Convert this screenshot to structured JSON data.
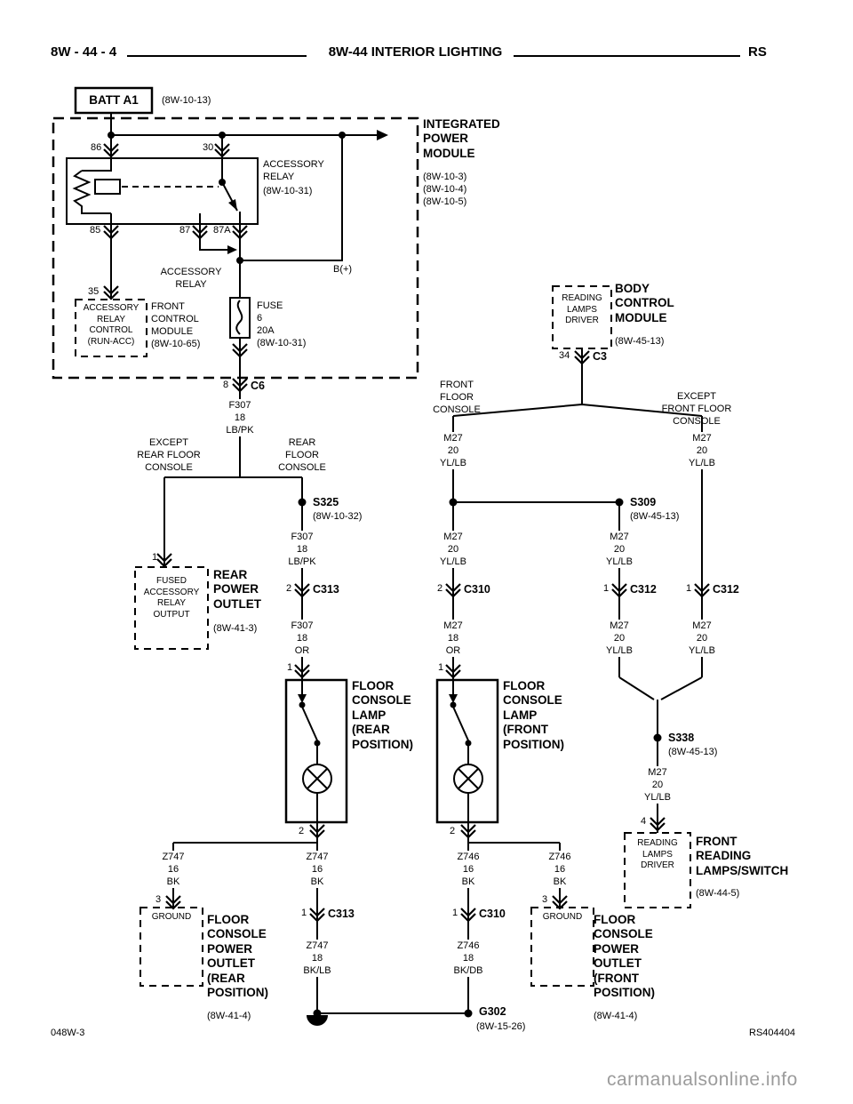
{
  "header": {
    "page_ref": "8W - 44 - 4",
    "title": "8W-44 INTERIOR LIGHTING",
    "model": "RS"
  },
  "battery": {
    "label": "BATT A1",
    "ref": "(8W-10-13)"
  },
  "ipm": {
    "name": "INTEGRATED\nPOWER\nMODULE",
    "refs": "(8W-10-3)\n(8W-10-4)\n(8W-10-5)",
    "pin86": "86",
    "pin30": "30",
    "pin85": "85",
    "pin87": "87",
    "pin87a": "87A",
    "pin35": "35",
    "pin8": "8",
    "relay_name": "ACCESSORY\nRELAY",
    "relay_ref": "(8W-10-31)",
    "relay_out": "ACCESSORY\nRELAY",
    "bplus": "B(+)",
    "fuse": "FUSE\n6\n20A\n(8W-10-31)",
    "c6": "C6"
  },
  "fcm": {
    "box": "ACCESSORY\nRELAY\nCONTROL\n(RUN-ACC)",
    "name": "FRONT\nCONTROL\nMODULE\n(8W-10-65)"
  },
  "rear": {
    "wire1": "F307\n18\nLB/PK",
    "except_label": "EXCEPT\nREAR FLOOR\nCONSOLE",
    "console_label": "REAR\nFLOOR\nCONSOLE",
    "outlet_pin": "1",
    "outlet_box": "FUSED\nACCESSORY\nRELAY\nOUTPUT",
    "outlet_name": "REAR\nPOWER\nOUTLET",
    "outlet_ref": "(8W-41-3)",
    "s325": "S325",
    "s325_ref": "(8W-10-32)",
    "wire2": "F307\n18\nLB/PK",
    "c313_top_pin": "2",
    "c313_top": "C313",
    "wire3": "F307\n18\nOR",
    "lamp_pin_in": "1",
    "lamp_name": "FLOOR\nCONSOLE\nLAMP\n(REAR\nPOSITION)",
    "lamp_pin_out": "2",
    "wire4": "Z747\n16\nBK",
    "wire5": "Z747\n16\nBK",
    "gnd_pin": "3",
    "gnd_box": "GROUND",
    "pwr_outlet_name": "FLOOR\nCONSOLE\nPOWER\nOUTLET\n(REAR\nPOSITION)",
    "pwr_outlet_ref": "(8W-41-4)",
    "c313_bot_pin": "1",
    "c313_bot": "C313",
    "wire6": "Z747\n18\nBK/LB"
  },
  "front": {
    "bcm_box": "READING\nLAMPS\nDRIVER",
    "bcm_name": "BODY\nCONTROL\nMODULE",
    "bcm_ref": "(8W-45-13)",
    "c3_pin": "34",
    "c3": "C3",
    "console_label": "FRONT\nFLOOR\nCONSOLE",
    "except_label": "EXCEPT\nFRONT FLOOR CONSOLE",
    "wire1": "M27\n20\nYL/LB",
    "wire2": "M27\n20\nYL/LB",
    "wire3": "M27\n20\nYL/LB",
    "wire4": "M27\n20\nYL/LB",
    "wire5": "M27\n20\nYL/LB",
    "wire6": "M27\n20\nYL/LB",
    "wire7": "M27\n20\nYL/LB",
    "wire_or": "M27\n18\nOR",
    "s309": "S309",
    "s309_ref": "(8W-45-13)",
    "c310_top_pin": "2",
    "c310_top": "C310",
    "c312_left_pin": "1",
    "c312_left": "C312",
    "c312_right_pin": "1",
    "c312_right": "C312",
    "lamp_pin_in": "1",
    "lamp_name": "FLOOR\nCONSOLE\nLAMP\n(FRONT\nPOSITION)",
    "lamp_pin_out": "2",
    "s338": "S338",
    "s338_ref": "(8W-45-13)",
    "reading_pin": "4",
    "reading_box": "READING\nLAMPS\nDRIVER",
    "reading_name": "FRONT\nREADING\nLAMPS/SWITCH",
    "reading_ref": "(8W-44-5)",
    "wire8": "Z746\n16\nBK",
    "wire9": "Z746\n16\nBK",
    "c310_bot_pin": "1",
    "c310_bot": "C310",
    "wire10": "Z746\n18\nBK/DB",
    "gnd_pin": "3",
    "gnd_box": "GROUND",
    "pwr_outlet_name": "FLOOR\nCONSOLE\nPOWER\nOUTLET\n(FRONT\nPOSITION)",
    "pwr_outlet_ref": "(8W-41-4)"
  },
  "ground": {
    "g302": "G302",
    "ref": "(8W-15-26)"
  },
  "footer": {
    "left": "048W-3",
    "right": "RS404404",
    "watermark": "carmanualsonline.info"
  }
}
